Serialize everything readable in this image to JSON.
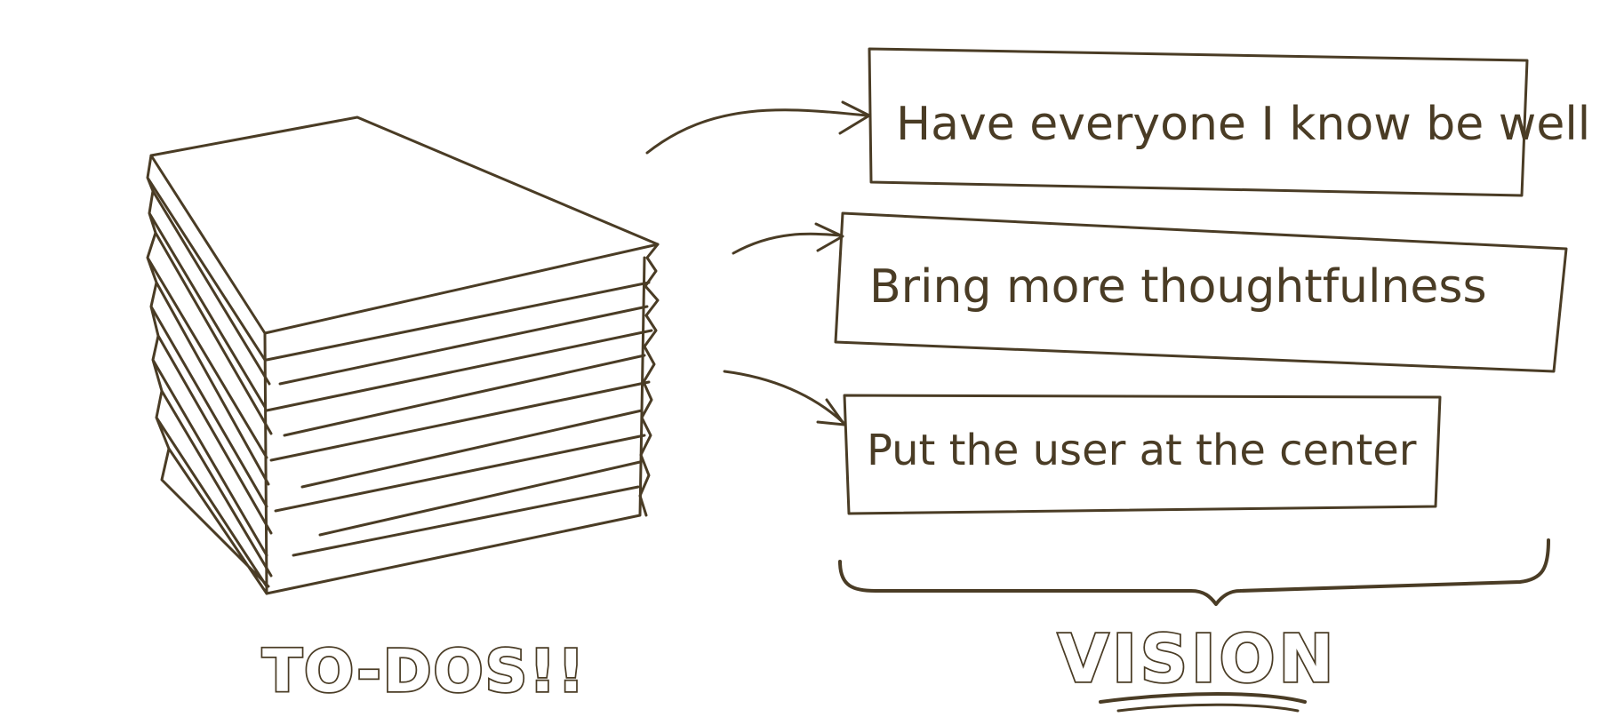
{
  "diagram": {
    "stack_label": "TO-DOS!!",
    "vision_label": "VISION",
    "vision_items": [
      "Have everyone I know be well",
      "Bring more thoughtfulness",
      "Put the user at the center"
    ],
    "ink_color": "#4a3c25"
  }
}
